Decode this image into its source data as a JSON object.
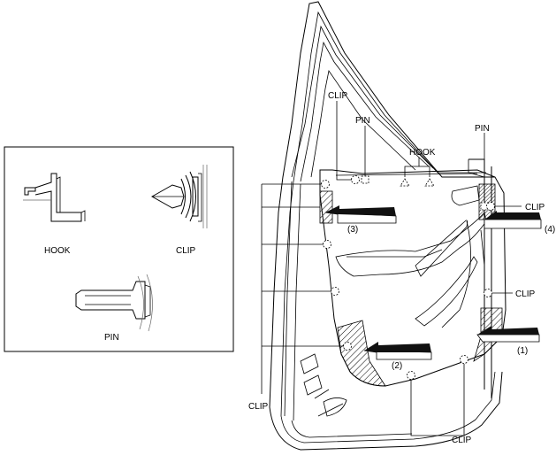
{
  "legend": {
    "hook_label": "HOOK",
    "clip_label": "CLIP",
    "pin_label": "PIN"
  },
  "callouts": {
    "clip_top": "CLIP",
    "pin_top": "PIN",
    "hook_top": "HOOK",
    "pin_right": "PIN",
    "clip_right_upper": "CLIP",
    "clip_right_middle": "CLIP",
    "clip_bottom_left": "CLIP",
    "clip_bottom_right": "CLIP"
  },
  "steps": {
    "step1": "(1)",
    "step2": "(2)",
    "step3": "(3)",
    "step4": "(4)"
  }
}
